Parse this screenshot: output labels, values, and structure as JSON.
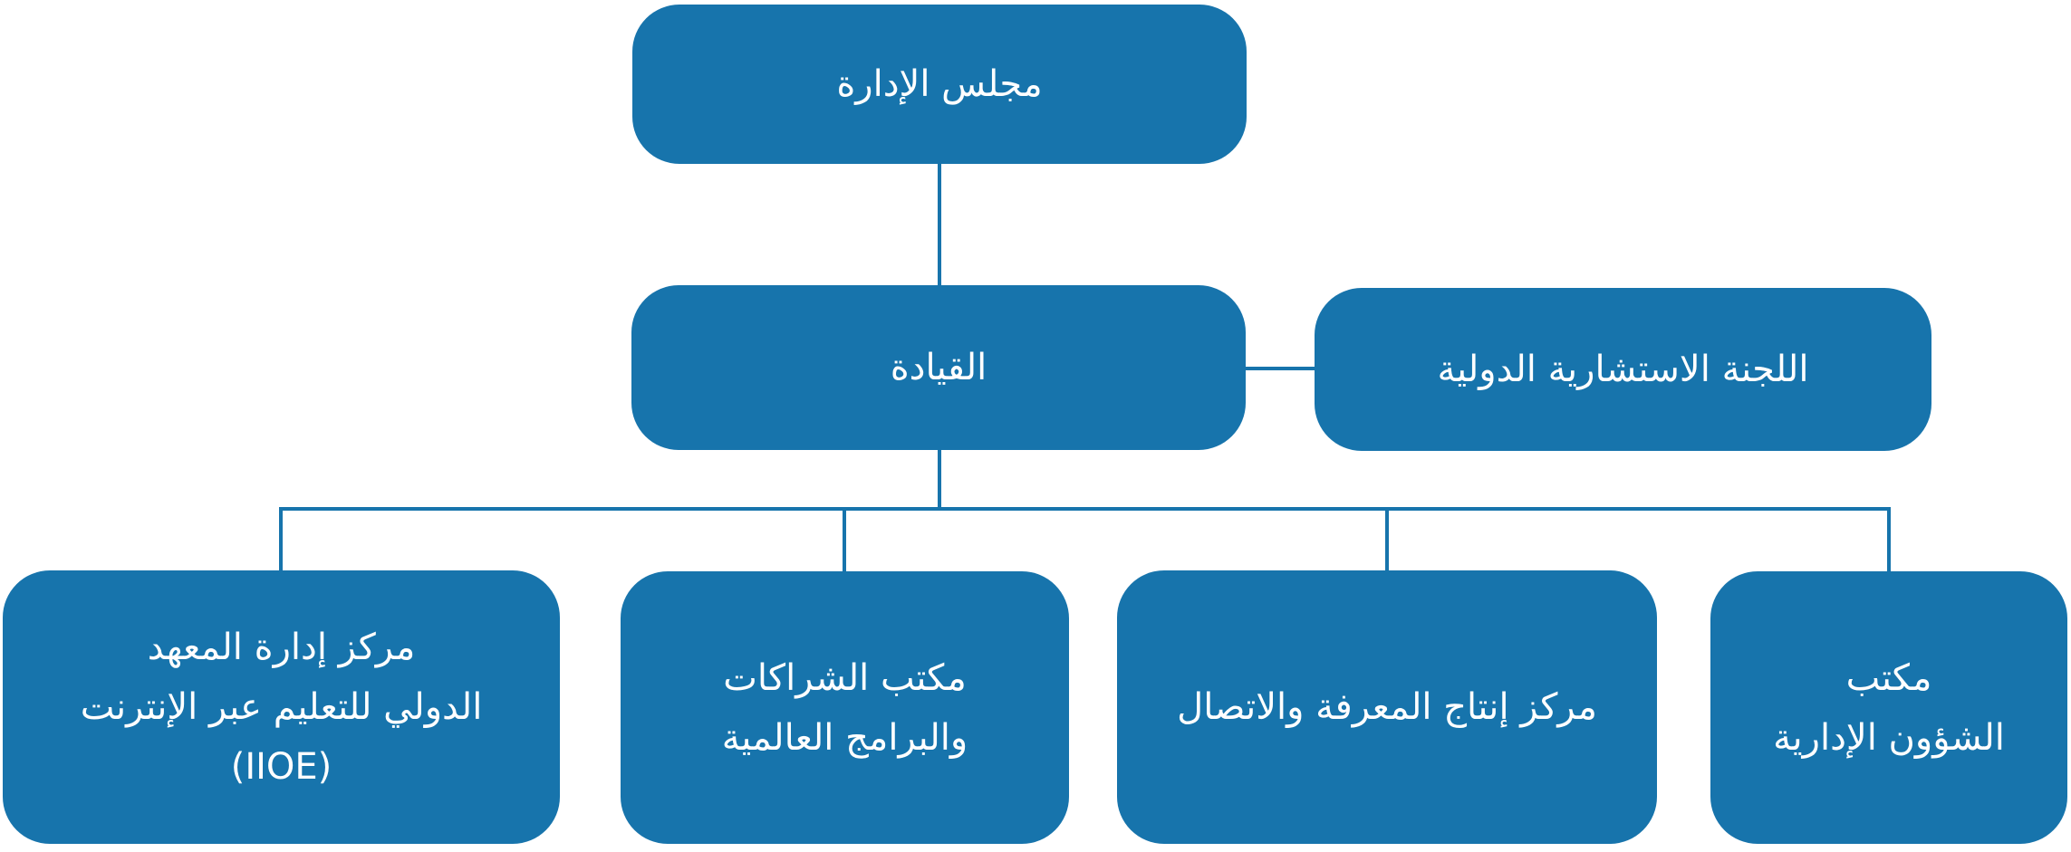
{
  "diagram": {
    "type": "org-chart",
    "colors": {
      "node_fill": "#1774AC",
      "connector": "#1774AC",
      "text": "#FFFFFF",
      "background": "#FFFFFF"
    },
    "nodes": {
      "board": {
        "label": "مجلس الإدارة",
        "lines": [
          "مجلس الإدارة"
        ]
      },
      "leadership": {
        "label": "القيادة",
        "lines": [
          "القيادة"
        ]
      },
      "advisory": {
        "label": "اللجنة الاستشارية الدولية",
        "lines": [
          "اللجنة الاستشارية الدولية"
        ]
      },
      "iioe": {
        "label": "مركز إدارة المعهد الدولي للتعليم عبر الإنترنت (IIOE)",
        "lines": [
          "مركز إدارة المعهد",
          "الدولي للتعليم عبر الإنترنت",
          "(IIOE)"
        ]
      },
      "partnerships": {
        "label": "مكتب الشراكات والبرامج العالمية",
        "lines": [
          "مكتب الشراكات",
          "والبرامج العالمية"
        ]
      },
      "knowledge": {
        "label": "مركز إنتاج المعرفة والاتصال",
        "lines": [
          "مركز إنتاج المعرفة والاتصال"
        ]
      },
      "admin_affairs": {
        "label": "مكتب الشؤون الإدارية",
        "lines": [
          "مكتب",
          "الشؤون الإدارية"
        ]
      }
    },
    "edges": [
      {
        "from": "board",
        "to": "leadership",
        "style": "vertical"
      },
      {
        "from": "leadership",
        "to": "advisory",
        "style": "horizontal"
      },
      {
        "from": "leadership",
        "to": "iioe",
        "style": "tree-branch"
      },
      {
        "from": "leadership",
        "to": "partnerships",
        "style": "tree-branch"
      },
      {
        "from": "leadership",
        "to": "knowledge",
        "style": "tree-branch"
      },
      {
        "from": "leadership",
        "to": "admin_affairs",
        "style": "tree-branch"
      }
    ]
  }
}
